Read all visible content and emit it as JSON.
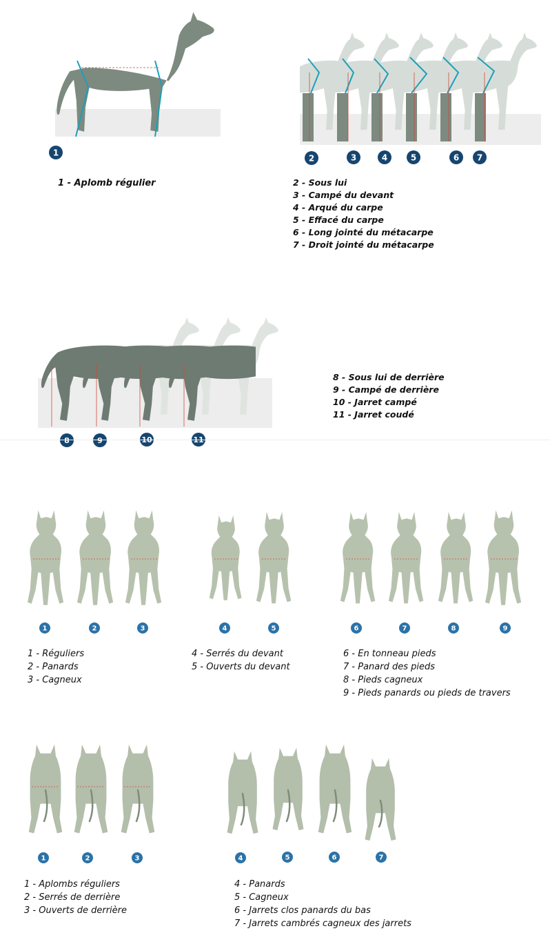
{
  "colors": {
    "dog_side": "#7d8a80",
    "dog_side_dark": "#6e7b72",
    "dog_ghost": "#d4dcd6",
    "dog_front": "#b7c2ae",
    "dog_back": "#b3beab",
    "aplomb_line": "#1e9fb8",
    "guide_red": "#d04a3a",
    "badge": "#16456f",
    "badge_light": "#2b72a8",
    "floor": "#e9e9e9"
  },
  "forelimb_side": {
    "single": {
      "badge": "1",
      "caption": "1 - Aplomb régulier"
    },
    "series": {
      "badges": [
        "2",
        "3",
        "4",
        "5",
        "6",
        "7"
      ],
      "captions": [
        "2 - Sous lui",
        "3 - Campé du devant",
        "4 - Arqué du carpe",
        "5 - Effacé du carpe",
        "6 - Long jointé du métacarpe",
        "7 - Droit jointé du métacarpe"
      ]
    }
  },
  "hindlimb_side": {
    "badges": [
      "8",
      "9",
      "10",
      "11"
    ],
    "captions": [
      "8 - Sous lui de derrière",
      "9 - Campé de derrière",
      "10 - Jarret campé",
      "11 - Jarret coudé"
    ]
  },
  "front_view": {
    "group_a": {
      "badges": [
        "1",
        "2",
        "3"
      ],
      "captions": [
        "1 - Réguliers",
        "2 - Panards",
        "3 - Cagneux"
      ]
    },
    "group_b": {
      "badges": [
        "4",
        "5"
      ],
      "captions": [
        "4 - Serrés du devant",
        "5 - Ouverts du devant"
      ]
    },
    "group_c": {
      "badges": [
        "6",
        "7",
        "8",
        "9"
      ],
      "captions": [
        "6 - En tonneau pieds",
        "7 - Panard des pieds",
        "8 - Pieds cagneux",
        "9 - Pieds panards ou pieds de travers"
      ]
    }
  },
  "rear_view": {
    "group_a": {
      "badges": [
        "1",
        "2",
        "3"
      ],
      "captions": [
        "1 - Aplombs réguliers",
        "2 - Serrés de derrière",
        "3 - Ouverts de derrière"
      ]
    },
    "group_b": {
      "badges": [
        "4",
        "5",
        "6",
        "7"
      ],
      "captions": [
        "4 - Panards",
        "5 - Cagneux",
        "6 - Jarrets clos panards du bas",
        "7 - Jarrets cambrés cagneux des jarrets"
      ]
    }
  }
}
